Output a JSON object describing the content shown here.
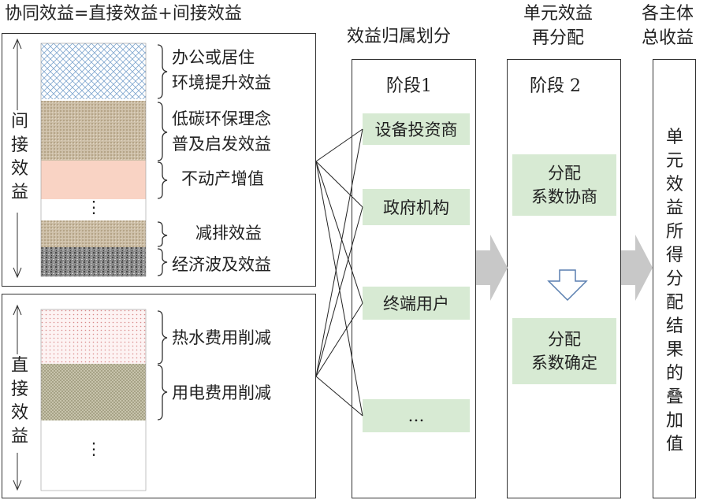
{
  "header": {
    "left_title": "协同效益=直接效益+间接效益",
    "mid_title": "效益归属划分",
    "stage2_title_line1": "单元效益",
    "stage2_title_line2": "再分配",
    "right_title_line1": "各主体",
    "right_title_line2": "总收益"
  },
  "indirect_benefits": {
    "side_label": "间接效益",
    "items": [
      {
        "line1": "办公或居住",
        "line2": "环境提升效益"
      },
      {
        "line1": "低碳环保理念",
        "line2": "普及启发效益"
      },
      {
        "line1": "不动产增值",
        "line2": ""
      },
      {
        "line1": "减排效益",
        "line2": ""
      },
      {
        "line1": "经济波及效益",
        "line2": ""
      }
    ],
    "ellipsis": "⋮"
  },
  "direct_benefits": {
    "side_label": "直接效益",
    "items": [
      {
        "line1": "热水费用削减"
      },
      {
        "line1": "用电费用削减"
      }
    ],
    "ellipsis": "⋮"
  },
  "stage1": {
    "label": "阶段1",
    "actors": [
      "设备投资商",
      "政府机构",
      "终端用户",
      "…"
    ]
  },
  "stage2": {
    "label": "阶段 2",
    "step1_line1": "分配",
    "step1_line2": "系数协商",
    "step2_line1": "分配",
    "step2_line2": "系数确定"
  },
  "result": {
    "text": "单元效益所得分配结果的叠加值"
  },
  "colors": {
    "actor_bg": "#d7ead3",
    "flow_arrow": "#c8c8c8",
    "pattern_blue": "#7fa6cf",
    "pattern_tan": "#c8b9a2",
    "fill_peach": "#f9d3c4",
    "pattern_gray": "#7a7a7a",
    "pattern_pink": "#e6a7a7",
    "pattern_olive": "#b4b096"
  }
}
